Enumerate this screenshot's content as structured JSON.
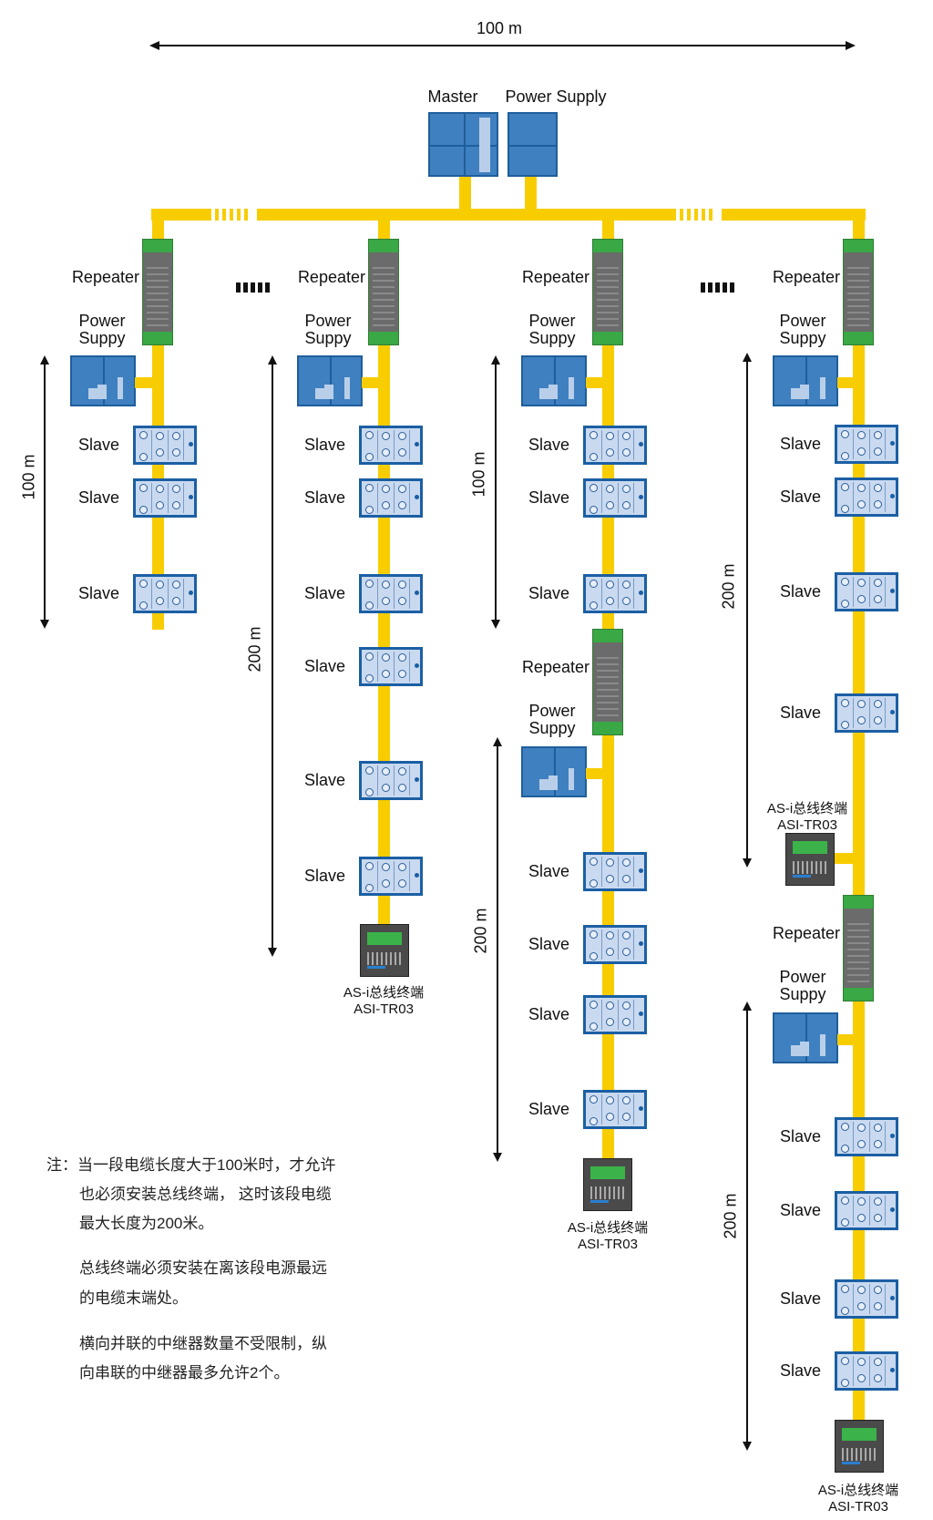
{
  "diagram": {
    "top_distance": "100 m",
    "master_label": "Master",
    "master_power_supply_label": "Power Supply",
    "repeater_label": "Repeater",
    "power_supply_label": "Power Suppy",
    "slave_label": "Slave",
    "terminator_label_cn": "AS-i总线终端",
    "terminator_model": "ASI-TR03",
    "distance_100": "100 m",
    "distance_200": "200 m",
    "colors": {
      "cable": "#f8cd00",
      "device_blue": "#3f80c0",
      "slave_bg": "#c9d9ef",
      "repeater_green": "#39a845"
    }
  },
  "notes": [
    "注：当一段电缆长度大于100米时，才允许",
    "也必须安装总线终端， 这时该段电缆",
    "最大长度为200米。",
    "总线终端必须安装在离该段电源最远",
    "的电缆末端处。",
    "横向并联的中继器数量不受限制，纵",
    "向串联的中继器最多允许2个。"
  ]
}
